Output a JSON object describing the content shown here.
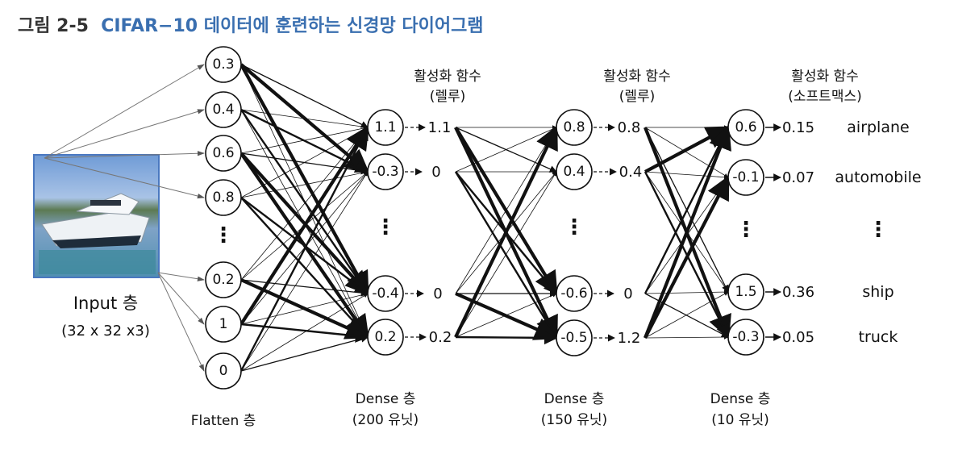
{
  "title": {
    "label": "그림 2-5",
    "caption": "CIFAR−10 데이터에 훈련하는 신경망 다이어그램"
  },
  "input": {
    "label": "Input 층",
    "shape": "(32 x 32 x3)"
  },
  "flatten": {
    "values": [
      "0.3",
      "0.4",
      "0.6",
      "0.8",
      "0.2",
      "1",
      "0"
    ],
    "label": "Flatten 층"
  },
  "dense1": {
    "values": [
      "1.1",
      "-0.3",
      "-0.4",
      "0.2"
    ],
    "outputs": [
      "1.1",
      "0",
      "0",
      "0.2"
    ],
    "activation": [
      "활성화 함수",
      "(렐루)"
    ],
    "label": [
      "Dense 층",
      "(200 유닛)"
    ]
  },
  "dense2": {
    "values": [
      "0.8",
      "0.4",
      "-0.6",
      "-0.5"
    ],
    "outputs": [
      "0.8",
      "0.4",
      "0",
      "1.2"
    ],
    "activation": [
      "활성화 함수",
      "(렐루)"
    ],
    "label": [
      "Dense 층",
      "(150 유닛)"
    ]
  },
  "dense3": {
    "values": [
      "0.6",
      "-0.1",
      "1.5",
      "-0.3"
    ],
    "outputs": [
      "0.15",
      "0.07",
      "0.36",
      "0.05"
    ],
    "classes": [
      "airplane",
      "automobile",
      "ship",
      "truck"
    ],
    "activation": [
      "활성화 함수",
      "(소프트맥스)"
    ],
    "label": [
      "Dense 층",
      "(10 유닛)"
    ]
  },
  "ellipsis": "⋮"
}
